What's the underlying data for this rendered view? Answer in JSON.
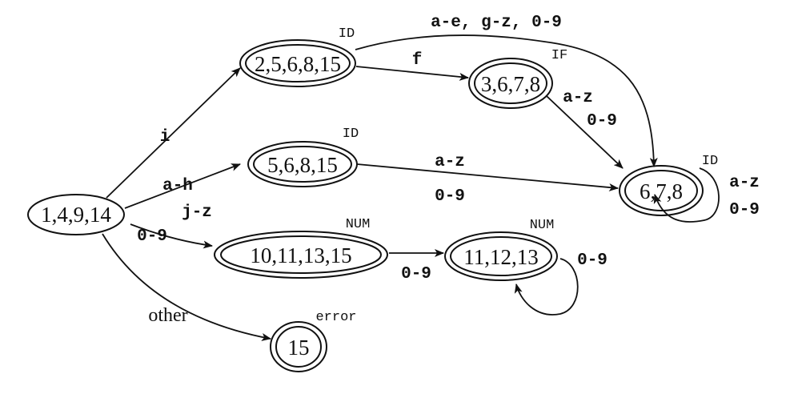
{
  "diagram": {
    "type": "DFA",
    "states": {
      "start": {
        "label": "1,4,9,14",
        "accepting": false,
        "token": ""
      },
      "s2": {
        "label": "2,5,6,8,15",
        "accepting": true,
        "token": "ID"
      },
      "s3": {
        "label": "3,6,7,8",
        "accepting": true,
        "token": "IF"
      },
      "s5": {
        "label": "5,6,8,15",
        "accepting": true,
        "token": "ID"
      },
      "s6": {
        "label": "6,7,8",
        "accepting": true,
        "token": "ID"
      },
      "s10": {
        "label": "10,11,13,15",
        "accepting": true,
        "token": "NUM"
      },
      "s11": {
        "label": "11,12,13",
        "accepting": true,
        "token": "NUM"
      },
      "s15": {
        "label": "15",
        "accepting": true,
        "token": "error"
      }
    },
    "edges": {
      "start_s2": {
        "from": "1,4,9,14",
        "to": "2,5,6,8,15",
        "label": "i"
      },
      "start_s5": {
        "from": "1,4,9,14",
        "to": "5,6,8,15",
        "label_line1": "a-h",
        "label_line2": "j-z"
      },
      "start_s10": {
        "from": "1,4,9,14",
        "to": "10,11,13,15",
        "label": "0-9"
      },
      "start_s15": {
        "from": "1,4,9,14",
        "to": "15",
        "label": "other"
      },
      "s2_s3": {
        "from": "2,5,6,8,15",
        "to": "3,6,7,8",
        "label": "f"
      },
      "s2_s6": {
        "from": "2,5,6,8,15",
        "to": "6,7,8",
        "label": "a-e,  g-z,  0-9"
      },
      "s3_s6": {
        "from": "3,6,7,8",
        "to": "6,7,8",
        "label_line1": "a-z",
        "label_line2": "0-9"
      },
      "s5_s6": {
        "from": "5,6,8,15",
        "to": "6,7,8",
        "label_line1": "a-z",
        "label_line2": "0-9"
      },
      "s6_self": {
        "from": "6,7,8",
        "to": "6,7,8",
        "label_line1": "a-z",
        "label_line2": "0-9"
      },
      "s10_s11": {
        "from": "10,11,13,15",
        "to": "11,12,13",
        "label": "0-9"
      },
      "s11_self": {
        "from": "11,12,13",
        "to": "11,12,13",
        "label": "0-9"
      }
    }
  }
}
